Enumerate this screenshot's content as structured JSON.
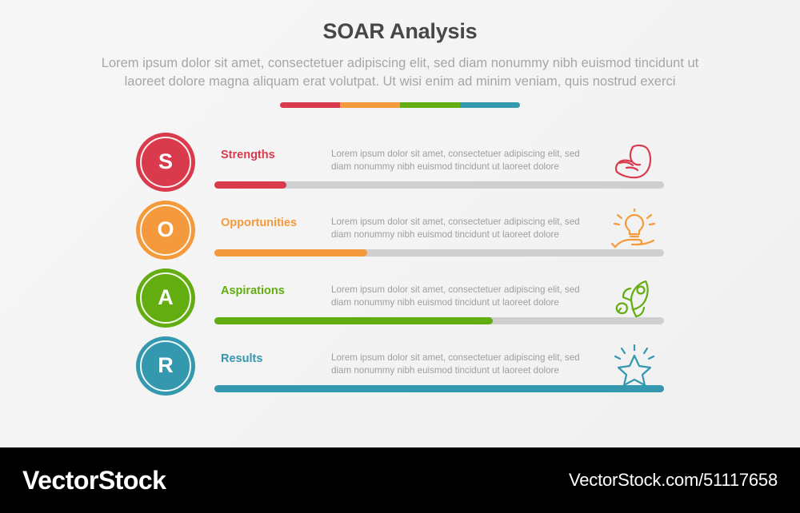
{
  "header": {
    "title": "SOAR Analysis",
    "subtitle_line1": "Lorem ipsum dolor sit amet, consectetuer adipiscing elit, sed diam nonummy nibh euismod tincidunt ut",
    "subtitle_line2": "laoreet dolore magna aliquam erat volutpat. Ut wisi enim ad minim veniam, quis nostrud exerci"
  },
  "divider": {
    "colors": [
      "#d93b4c",
      "#f59a3c",
      "#63ad11",
      "#3498af"
    ]
  },
  "rows": [
    {
      "letter": "S",
      "label": "Strengths",
      "desc_line1": "Lorem ipsum dolor sit amet, consectetuer adipiscing elit, sed",
      "desc_line2": "diam nonummy nibh euismod tincidunt ut laoreet dolore",
      "color": "#d93b4c",
      "progress": 16,
      "icon_name": "muscle-arm-icon"
    },
    {
      "letter": "O",
      "label": "Opportunities",
      "desc_line1": "Lorem ipsum dolor sit amet, consectetuer adipiscing elit, sed",
      "desc_line2": "diam nonummy nibh euismod tincidunt ut laoreet dolore",
      "color": "#f59a3c",
      "progress": 34,
      "icon_name": "hand-lightbulb-icon"
    },
    {
      "letter": "A",
      "label": "Aspirations",
      "desc_line1": "Lorem ipsum dolor sit amet, consectetuer adipiscing elit, sed",
      "desc_line2": "diam nonummy nibh euismod tincidunt ut laoreet dolore",
      "color": "#63ad11",
      "progress": 62,
      "icon_name": "rocket-icon"
    },
    {
      "letter": "R",
      "label": "Results",
      "desc_line1": "Lorem ipsum dolor sit amet, consectetuer adipiscing elit, sed",
      "desc_line2": "diam nonummy nibh euismod tincidunt ut laoreet dolore",
      "color": "#3498af",
      "progress": 100,
      "icon_name": "sparkling-star-icon"
    }
  ],
  "watermark": {
    "logo": "VectorStock",
    "url": "VectorStock.com/51117658"
  }
}
